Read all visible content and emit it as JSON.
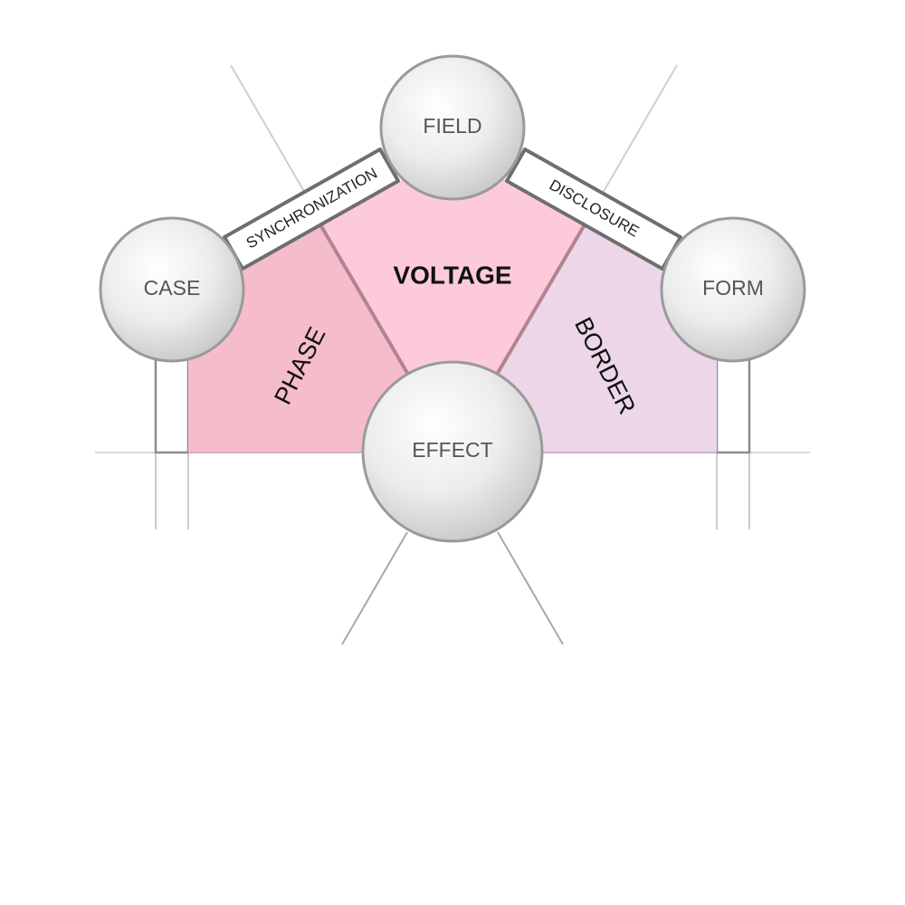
{
  "nodes": {
    "field": "FIELD",
    "case": "CASE",
    "form": "FORM",
    "effect": "EFFECT"
  },
  "regions": {
    "left": "PHASE",
    "center": "VOLTAGE",
    "right": "BORDER"
  },
  "bands": {
    "left": "SYNCHRONIZATION",
    "right": "DISCLOSURE"
  },
  "colors": {
    "left_region": "#f5bccb",
    "center_region": "#fdcadc",
    "right_region": "#ecd6e8",
    "node_fill": "#dcdcdc",
    "node_stroke": "#9a9a9a"
  }
}
